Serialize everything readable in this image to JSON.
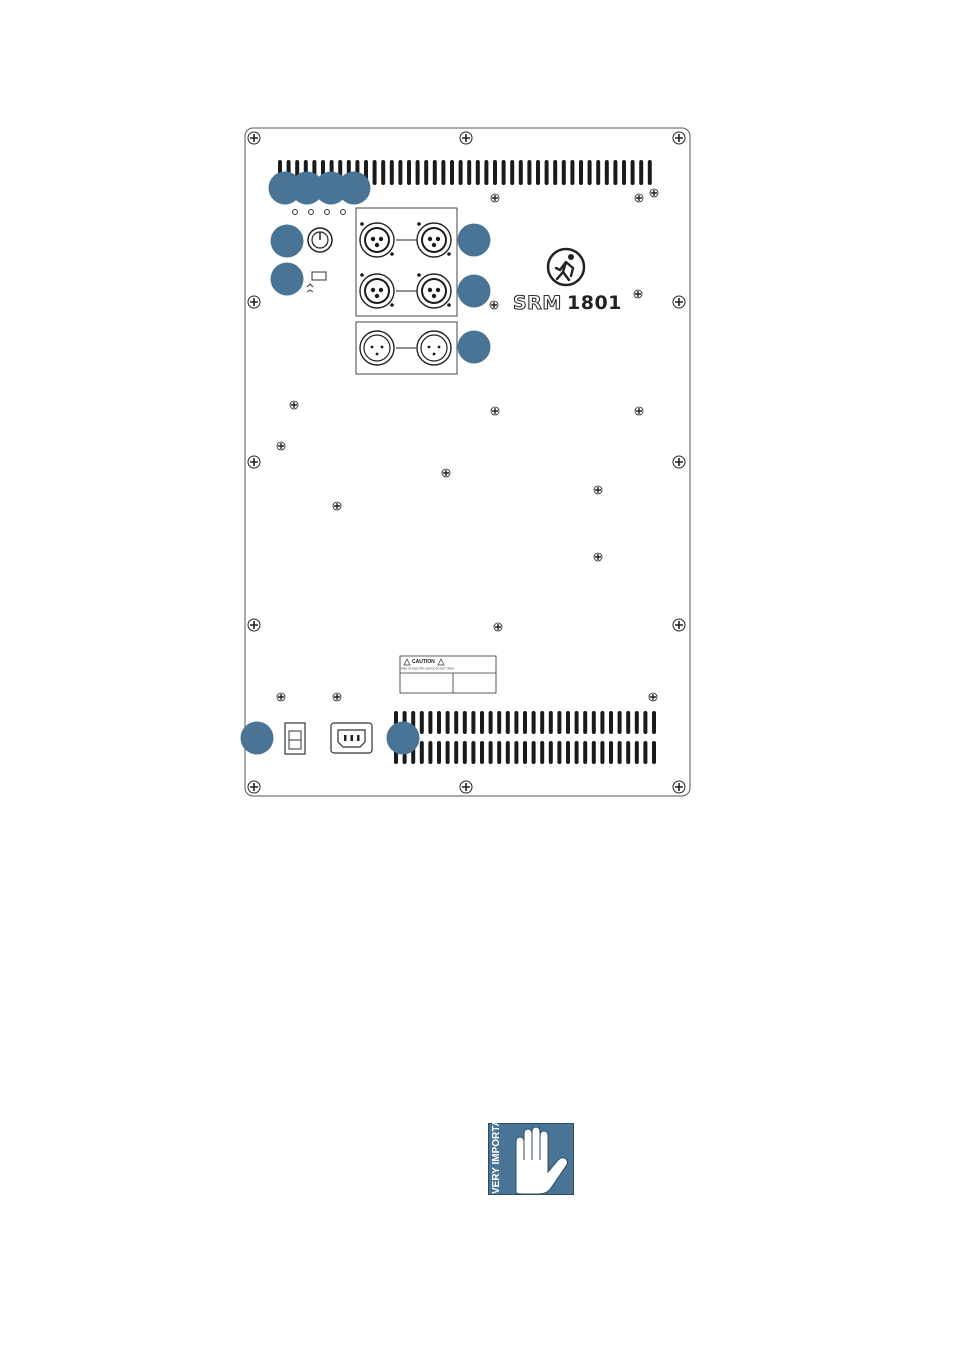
{
  "panel": {
    "model_prefix": "SRM",
    "model_number": "1801",
    "caution_label": "CAUTION",
    "caution_subtext": "RISK OF ELECTRIC SHOCK DO NOT OPEN"
  },
  "badge": {
    "label": "VERY IMPORTANT"
  },
  "colors": {
    "callout": "#4a7496",
    "panel_stroke": "#555555",
    "vents": "#1a1a1a"
  },
  "icons": [
    "mackie-running-man-logo",
    "power-switch",
    "iec-power-inlet",
    "xlr-female-jack",
    "xlr-male-jack",
    "hand-icon",
    "warning-triangle-icon"
  ]
}
